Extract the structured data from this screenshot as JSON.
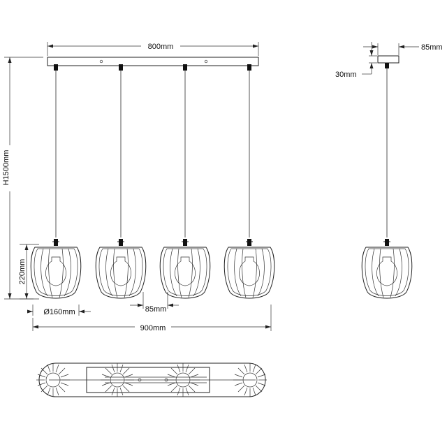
{
  "dimensions": {
    "canopy_length": "800mm",
    "total_height": "H1500mm",
    "shade_height": "220mm",
    "shade_diameter": "Ø160mm",
    "spacing": "85mm",
    "total_length": "900mm",
    "canopy_width": "85mm",
    "canopy_depth": "30mm"
  },
  "views": {
    "front": {
      "pendant_count": 4
    },
    "side": {
      "pendant_count": 1
    },
    "bottom": {
      "shade_count": 4
    }
  }
}
